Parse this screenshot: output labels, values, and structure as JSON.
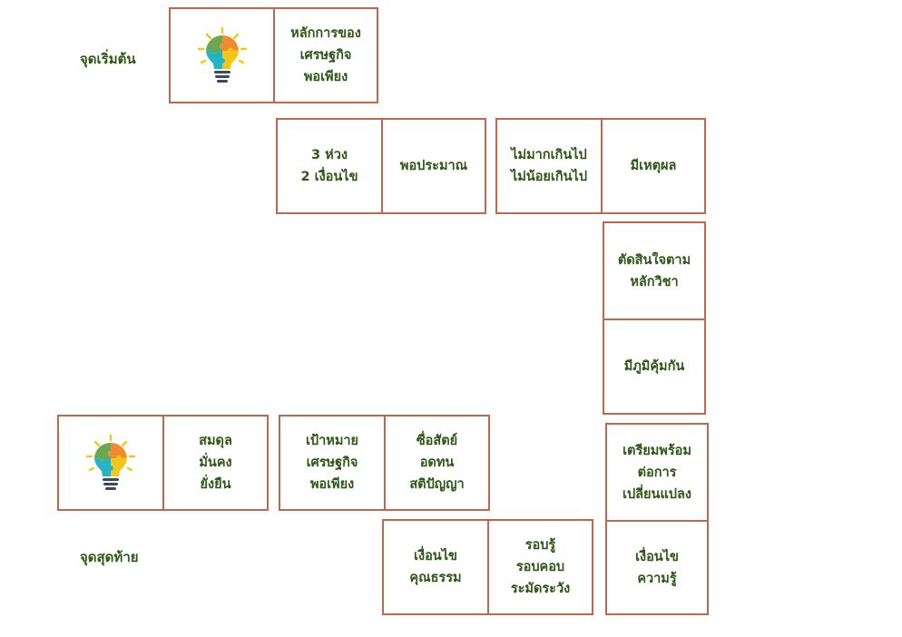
{
  "labels": {
    "start": "จุดเริ่มต้น",
    "end": "จุดสุดท้าย"
  },
  "cells": {
    "principle": "หลักการของ\nเศรษฐกิจ\nพอเพียง",
    "three_two": "3 ห่วง\n2 เงื่อนไข",
    "moderation": "พอประมาณ",
    "not_too_much": "ไม่มากเกินไป\nไม่น้อยเกินไป",
    "reasonable": "มีเหตุผล",
    "decide": "ตัดสินใจตาม\nหลักวิชา",
    "immunity": "มีภูมิคุ้มกัน",
    "prepare": "เตรียมพร้อม\nต่อการ\nเปลี่ยนแปลง",
    "knowledge_condition": "เงื่อนไข\nความรู้",
    "careful": "รอบรู้\nรอบคอบ\nระมัดระวัง",
    "moral_condition": "เงื่อนไข\nคุณธรรม",
    "honest": "ซื่อสัตย์\nอดทน\nสติปัญญา",
    "goal": "เป้าหมาย\nเศรษฐกิจ\nพอเพียง",
    "balance": "สมดุล\nมั่นคง\nยั่งยืน"
  },
  "colors": {
    "border": "#c0684f",
    "text": "#2e5716",
    "puzzle_green": "#6aa84f",
    "puzzle_orange": "#f08c2e",
    "puzzle_teal": "#22b3c4",
    "puzzle_yellow": "#f5c518",
    "bulb_base": "#3c4a5a",
    "rays": "#f5c518"
  },
  "icons": {
    "start_bulb": "lightbulb-puzzle-icon",
    "end_bulb": "lightbulb-puzzle-icon"
  }
}
